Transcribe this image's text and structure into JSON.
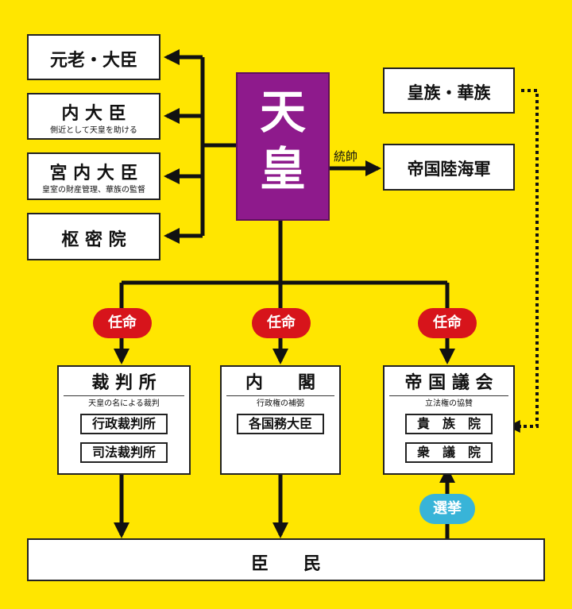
{
  "colors": {
    "background": "#FFE600",
    "emperor_fill": "#8E1A8C",
    "appointment_pill": "#D7141B",
    "election_pill": "#38B4D8",
    "line": "#111111"
  },
  "emperor": {
    "char1": "天",
    "char2": "皇"
  },
  "left_advisors": [
    {
      "title": "元老・大臣",
      "note": ""
    },
    {
      "title": "内 大 臣",
      "note": "側近として天皇を助ける"
    },
    {
      "title": "宮 内 大 臣",
      "note": "皇室の財産管理、華族の監督"
    },
    {
      "title": "枢 密 院",
      "note": ""
    }
  ],
  "right_top": {
    "nobility": "皇族・華族",
    "command_label": "統帥",
    "military": "帝国陸海軍"
  },
  "appointment_label": "任命",
  "branches": [
    {
      "title": "裁 判 所",
      "note": "天皇の名による裁判",
      "items": [
        "行政裁判所",
        "司法裁判所"
      ]
    },
    {
      "title": "内　　閣",
      "note": "行政権の補弼",
      "items": [
        "各国務大臣"
      ]
    },
    {
      "title": "帝 国 議 会",
      "note": "立法権の協賛",
      "items": [
        "貴　族　院",
        "衆　議　院"
      ]
    }
  ],
  "election_label": "選挙",
  "subjects": "臣　　民"
}
